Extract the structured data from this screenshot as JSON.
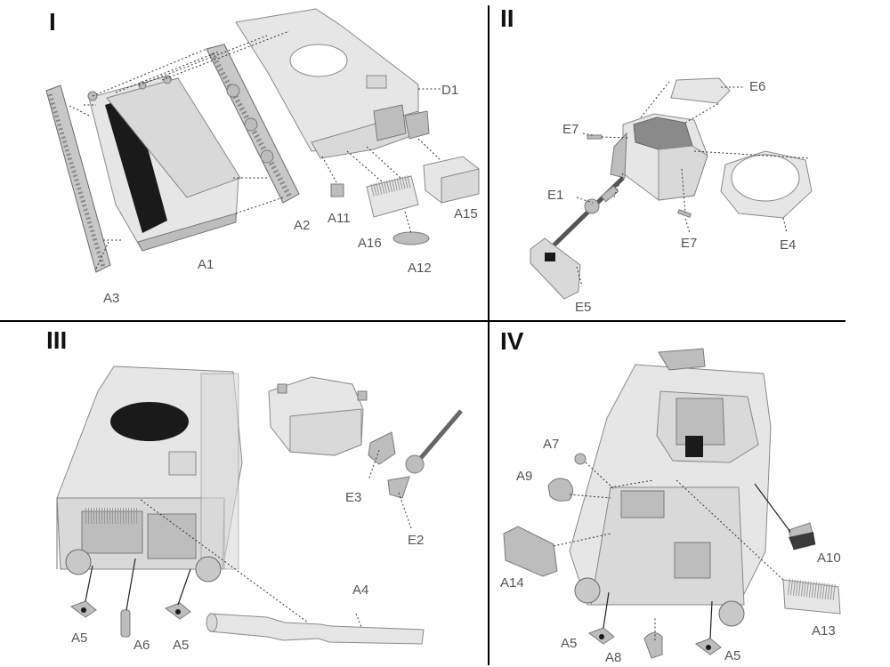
{
  "panels": [
    {
      "id": "I",
      "label": "I"
    },
    {
      "id": "II",
      "label": "II"
    },
    {
      "id": "III",
      "label": "III"
    },
    {
      "id": "IV",
      "label": "IV"
    }
  ],
  "parts": {
    "p1": [
      "D1",
      "A1",
      "A2",
      "A3",
      "A11",
      "A15",
      "A16",
      "A12"
    ],
    "p2": [
      "E6",
      "E7",
      "E1",
      "E7",
      "E4",
      "E5"
    ],
    "p3": [
      "E3",
      "E2",
      "A4",
      "A5",
      "A6",
      "A5"
    ],
    "p4": [
      "A7",
      "A9",
      "A10",
      "A14",
      "A13",
      "A5",
      "A8",
      "A5"
    ]
  }
}
